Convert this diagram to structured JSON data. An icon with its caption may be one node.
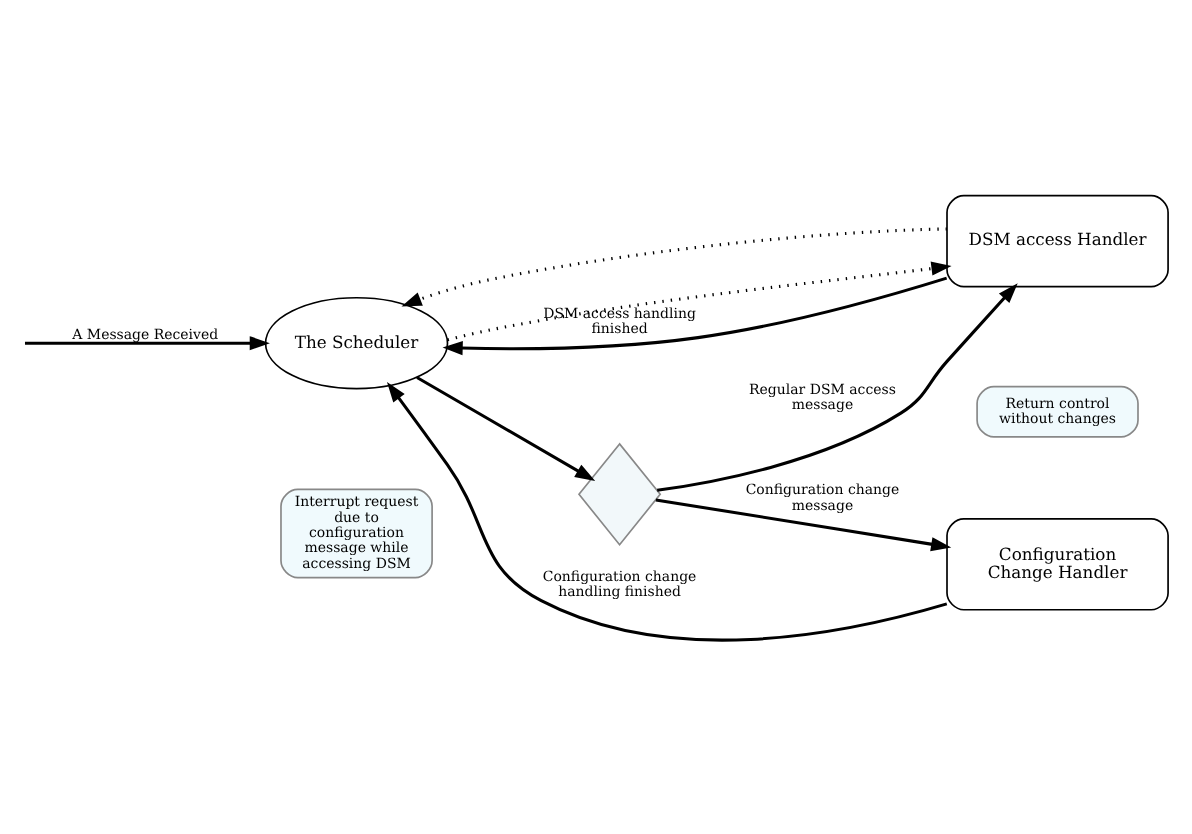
{
  "diagram": {
    "nodes": [
      {
        "text": [
          "The Scheduler"
        ]
      },
      {
        "text": [],
        "shape": "diamond"
      },
      {
        "text": [
          "Configuration Change Handler"
        ]
      },
      {
        "text": [
          "DSM access Handler"
        ]
      },
      {
        "text": [
          "Interrupt request due to configuration message while accessing DSM"
        ]
      },
      {
        "text": [
          "Return control without changes"
        ]
      }
    ],
    "edges": [
      {
        "from": null,
        "to": 0,
        "arrow": "to",
        "label": "A Message Received"
      },
      {
        "from": 2,
        "to": 0,
        "arrow": "to",
        "label": "Configuration change handling finished"
      },
      {
        "from": 0,
        "to": 1,
        "arrow": "to"
      },
      {
        "from": 1,
        "to": 2,
        "arrow": "to",
        "label": "Configuration change message"
      },
      {
        "from": 1,
        "to": 3,
        "arrow": "to",
        "label": "Regular DSM access message"
      },
      {
        "from": 0,
        "to": 3,
        "arrow": "to",
        "style": "dashed"
      },
      {
        "from": 3,
        "to": 0,
        "arrow": "to",
        "style": "dashed"
      },
      {
        "from": 3,
        "to": 0,
        "arrow": "to",
        "label": "DSM access handling finished"
      }
    ]
  }
}
